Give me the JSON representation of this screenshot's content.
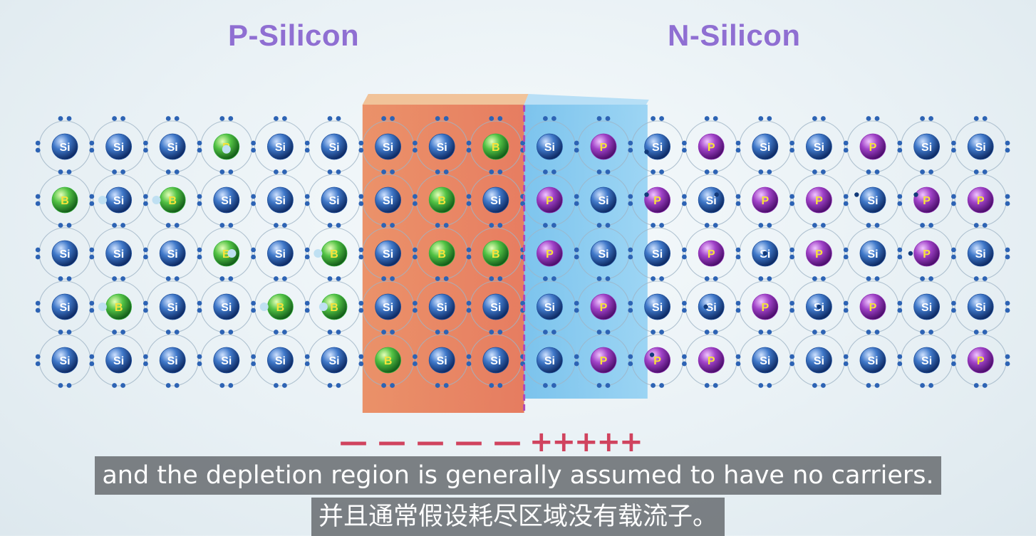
{
  "labels": {
    "p_side": "P-Silicon",
    "n_side": "N-Silicon"
  },
  "charges": {
    "negative": "—————",
    "positive": "+++++"
  },
  "subtitles": {
    "english": "and the depletion region is generally assumed to have no carriers.",
    "chinese": "并且通常假设耗尽区域没有载流子。"
  },
  "lattice": {
    "rows": [
      [
        "Si",
        "Si",
        "Si",
        "B",
        "Si",
        "Si",
        "Si",
        "Si",
        "B",
        "Si",
        "P",
        "Si",
        "P",
        "Si",
        "Si",
        "P",
        "Si",
        "Si"
      ],
      [
        "B",
        "Si",
        "B",
        "Si",
        "Si",
        "Si",
        "Si",
        "B",
        "Si",
        "P",
        "Si",
        "P",
        "Si",
        "P",
        "P",
        "Si",
        "P",
        "P"
      ],
      [
        "Si",
        "Si",
        "Si",
        "B",
        "Si",
        "B",
        "Si",
        "B",
        "B",
        "P",
        "Si",
        "Si",
        "P",
        "Si",
        "P",
        "Si",
        "P",
        "Si"
      ],
      [
        "Si",
        "B",
        "Si",
        "Si",
        "B",
        "B",
        "Si",
        "Si",
        "Si",
        "Si",
        "P",
        "Si",
        "Si",
        "P",
        "Si",
        "P",
        "Si",
        "Si"
      ],
      [
        "Si",
        "Si",
        "Si",
        "Si",
        "Si",
        "Si",
        "B",
        "Si",
        "Si",
        "Si",
        "P",
        "P",
        "P",
        "Si",
        "Si",
        "Si",
        "Si",
        "P"
      ]
    ],
    "depletion_p_columns": [
      6,
      7,
      8
    ],
    "depletion_n_columns": [
      9,
      10
    ],
    "colors": {
      "Si": "#1f4f9c",
      "B": "#37b33e",
      "P": "#8e2fb3",
      "depletion_p": "#e8724a",
      "depletion_n": "#55b4ea",
      "junction": "#b04ab8",
      "electron": "#2d63b4",
      "hole": "#bfe0f2"
    }
  }
}
